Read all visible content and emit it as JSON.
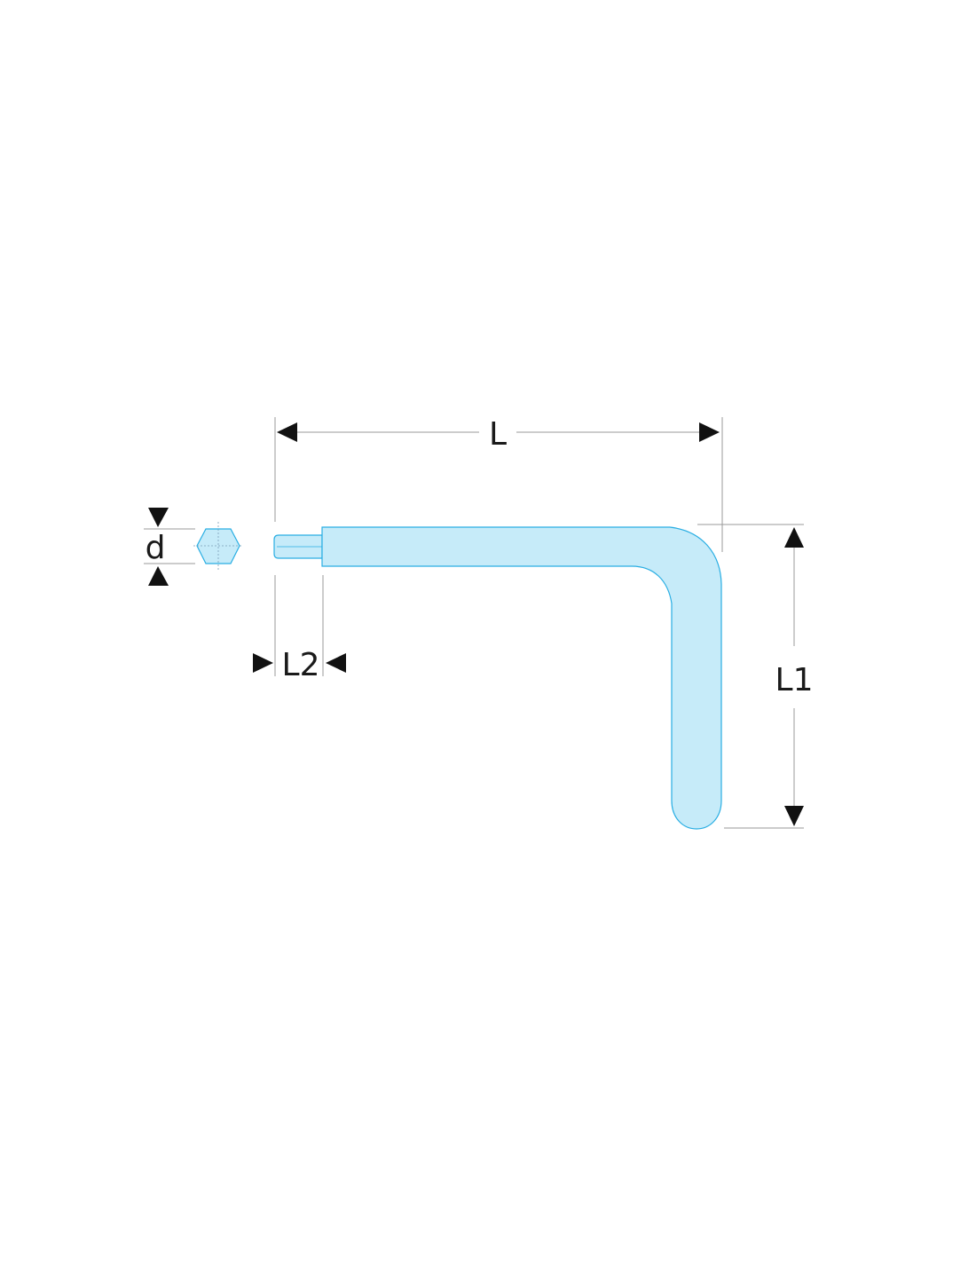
{
  "colors": {
    "tool_fill": "#c6ebf9",
    "tool_stroke": "#29aee3",
    "dimension_line": "#9a9a9a",
    "arrow": "#111111",
    "label": "#1a1a1a",
    "background": "#ffffff"
  },
  "dimensions": {
    "length": {
      "label": "L"
    },
    "height": {
      "label": "L1"
    },
    "tip_length": {
      "label": "L2"
    },
    "diameter": {
      "label": "d"
    }
  }
}
